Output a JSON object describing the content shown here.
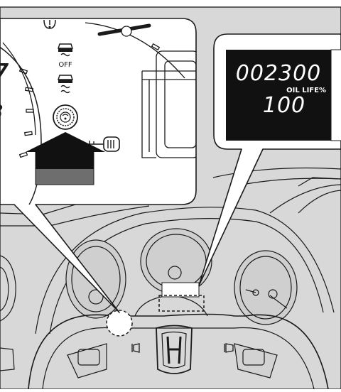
{
  "display": {
    "odometer": "002300",
    "oil_life_label": "OIL LIFE%",
    "oil_life_value": "100"
  },
  "indicators": {
    "vsa_off_label": "OFF"
  },
  "icons": [
    "check-engine-icon",
    "vsa-off-icon",
    "vsa-icon",
    "select-reset-knob-icon",
    "key-reminder-icon",
    "honda-logo-icon",
    "horn-icon"
  ],
  "colors": {
    "background": "#d8d8d8",
    "panel": "#ffffff",
    "lcd": "#111111",
    "lcd_text": "#ffffff",
    "arrow": "#111111",
    "arrow_base": "#6e6e6e",
    "line": "#1a1a1a"
  }
}
